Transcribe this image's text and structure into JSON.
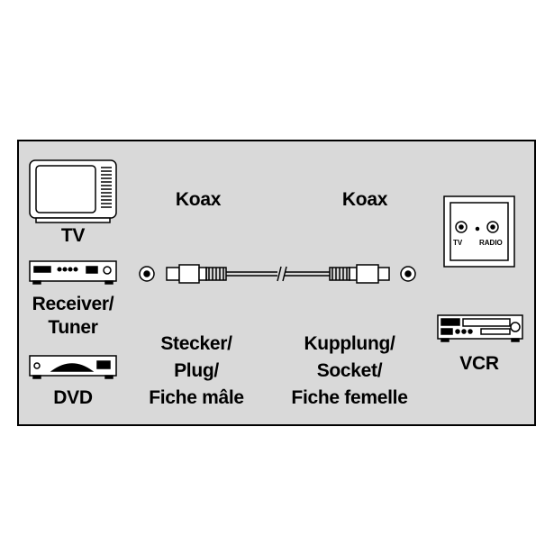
{
  "left_panel": {
    "tv_label": "TV",
    "receiver_label_line1": "Receiver/",
    "receiver_label_line2": "Tuner",
    "dvd_label": "DVD"
  },
  "middle_panel": {
    "left_connector_type": "Koax",
    "right_connector_type": "Koax",
    "left_connector_line1": "Stecker/",
    "left_connector_line2": "Plug/",
    "left_connector_line3": "Fiche mâle",
    "right_connector_line1": "Kupplung/",
    "right_connector_line2": "Socket/",
    "right_connector_line3": "Fiche femelle"
  },
  "right_panel": {
    "wall_socket_tv_label": "TV",
    "wall_socket_radio_label": "RADIO",
    "vcr_label": "VCR"
  }
}
